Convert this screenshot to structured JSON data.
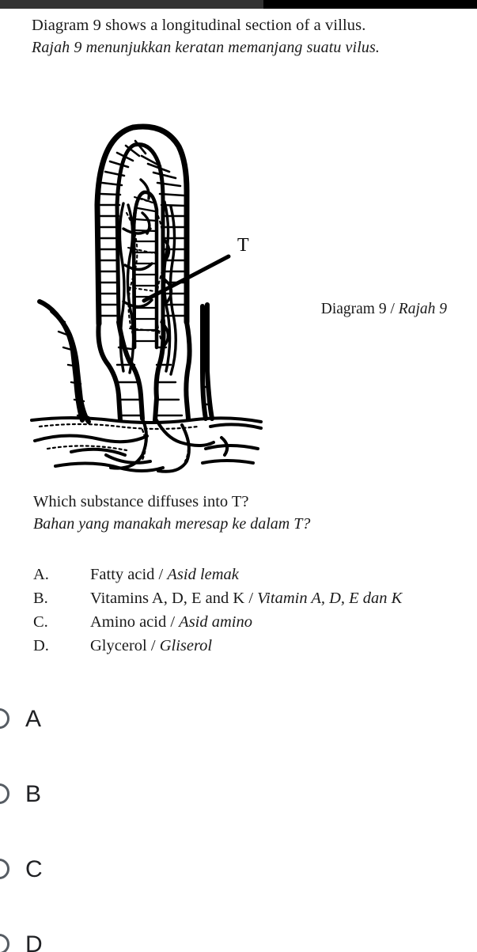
{
  "status_bar": {
    "left_color": "#333333",
    "right_color": "#000000"
  },
  "stem": {
    "english": "Diagram 9 shows a longitudinal section of a villus.",
    "malay": "Rajah 9 menunjukkan keratan memanjang suatu vilus."
  },
  "figure": {
    "label_t": "T",
    "caption_english": "Diagram 9",
    "caption_separator": " / ",
    "caption_malay": "Rajah 9",
    "alt": "Longitudinal section of an intestinal villus showing columnar epithelium, lacteal and capillary network"
  },
  "question": {
    "english": "Which substance diffuses into T?",
    "malay": "Bahan yang manakah meresap ke dalam T?"
  },
  "printed_options": [
    {
      "key": "A.",
      "english": "Fatty acid",
      "separator": " / ",
      "malay": "Asid lemak"
    },
    {
      "key": "B.",
      "english": "Vitamins A, D, E and K",
      "separator": " / ",
      "malay": "Vitamin A, D, E dan K"
    },
    {
      "key": "C.",
      "english": "Amino acid",
      "separator": " / ",
      "malay": "Asid amino"
    },
    {
      "key": "D.",
      "english": "Glycerol",
      "separator": " / ",
      "malay": "Gliserol"
    }
  ],
  "answer_choices": [
    {
      "label": "A",
      "selected": false
    },
    {
      "label": "B",
      "selected": false
    },
    {
      "label": "C",
      "selected": false
    },
    {
      "label": "D",
      "selected": false
    }
  ],
  "colors": {
    "text": "#1a1a1a",
    "choice_text": "#202124",
    "radio_border": "#565c63",
    "page_background": "#ffffff"
  }
}
